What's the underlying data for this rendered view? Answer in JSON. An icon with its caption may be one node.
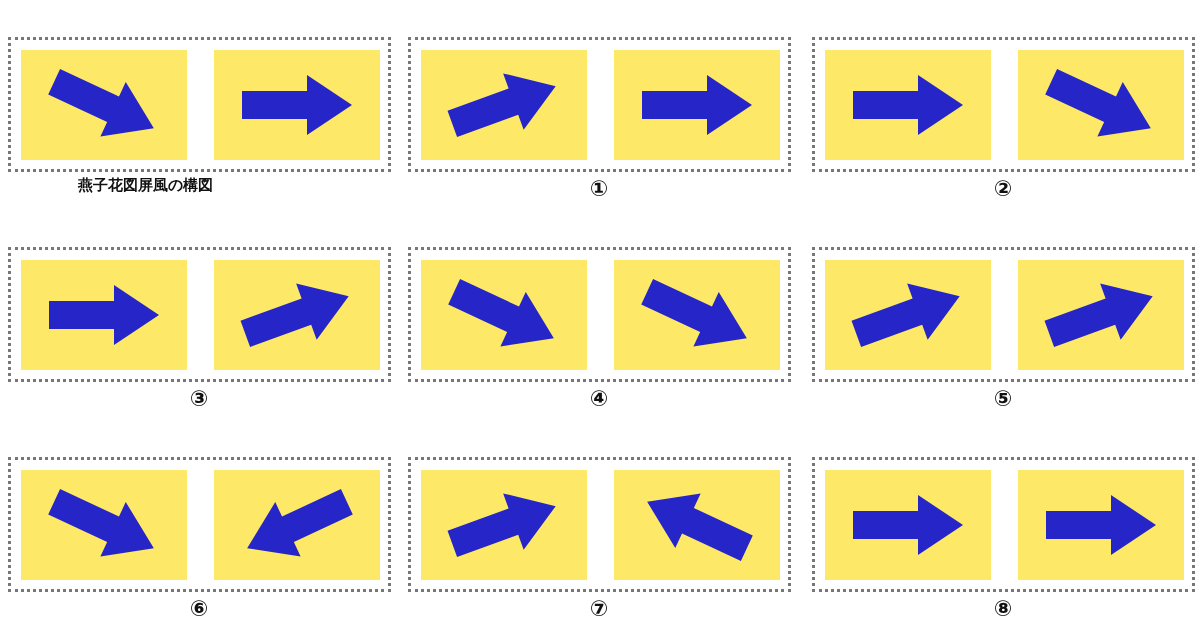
{
  "diagram": {
    "labels": [
      "燕子花図屏風の構図",
      "①",
      "②",
      "③",
      "④",
      "⑤",
      "⑥",
      "⑦",
      "⑧"
    ]
  }
}
